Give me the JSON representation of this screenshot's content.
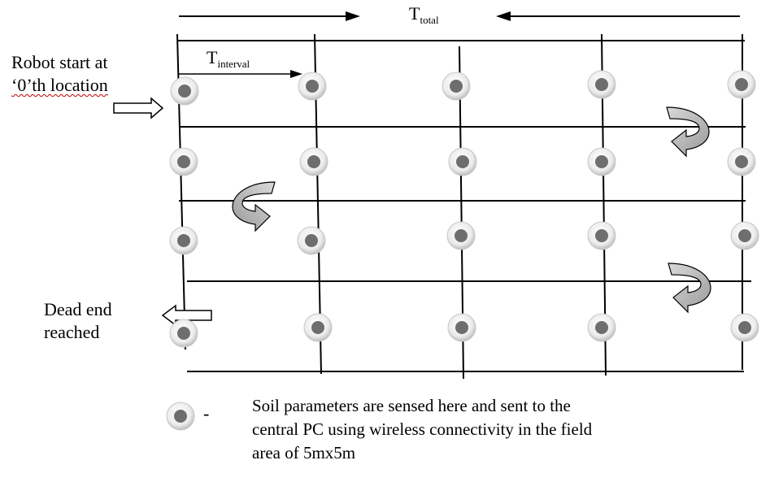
{
  "total_time": {
    "main": "T",
    "sub": "total"
  },
  "interval_time": {
    "main": "T",
    "sub": "interval"
  },
  "start": {
    "line1": "Robot start at",
    "line2": "‘0’th location"
  },
  "end": {
    "line1": "Dead end",
    "line2": "reached"
  },
  "legend": {
    "dash": "-",
    "text": "Soil parameters are sensed here and sent to the\ncentral PC using wireless connectivity in the field\narea of 5mx5m"
  },
  "colors": {
    "line": "#000000",
    "node_outer": "#f2f2f2",
    "node_inner": "#6e6e6e",
    "turn_arrow_fill": "#b8b8b8",
    "wavy_underline": "#c00000"
  },
  "icons": {
    "node": "sensor-node-icon",
    "turn": "u-turn-arrow-icon",
    "start": "hollow-right-arrow-icon",
    "end": "hollow-left-arrow-icon"
  }
}
